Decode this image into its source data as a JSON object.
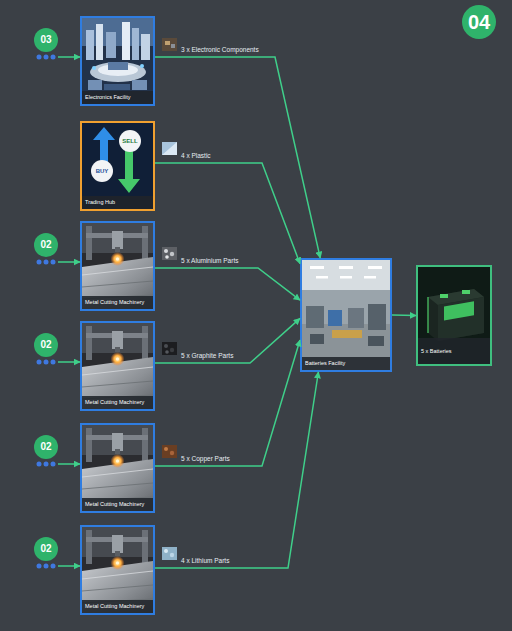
{
  "diagram": {
    "nodes": [
      {
        "text": [
          "04"
        ]
      },
      {
        "text": [
          "03"
        ]
      },
      {
        "text": [
          "Electronics Facility"
        ]
      },
      {
        "text": [
          "Trading Hub"
        ]
      },
      {
        "text": [
          "02"
        ]
      },
      {
        "text": [
          "Metal Cutting Machinery"
        ]
      },
      {
        "text": [
          "02"
        ]
      },
      {
        "text": [
          "Metal Cutting Machinery"
        ]
      },
      {
        "text": [
          "02"
        ]
      },
      {
        "text": [
          "Metal Cutting Machinery"
        ]
      },
      {
        "text": [
          "02"
        ]
      },
      {
        "text": [
          "Metal Cutting Machinery"
        ]
      },
      {
        "text": [
          "Batteries Facility"
        ]
      },
      {
        "text": [
          "5 x Batteries"
        ]
      }
    ],
    "edges": [
      {
        "from": 1,
        "to": 2,
        "arrow": "to"
      },
      {
        "from": 2,
        "to": 12,
        "label": "3 x Electronic Components",
        "arrow": "to"
      },
      {
        "from": 3,
        "to": 12,
        "label": "4 x Plastic",
        "arrow": "to"
      },
      {
        "from": 4,
        "to": 5,
        "arrow": "to"
      },
      {
        "from": 5,
        "to": 12,
        "label": "5 x Aluminium Parts",
        "arrow": "to"
      },
      {
        "from": 6,
        "to": 7,
        "arrow": "to"
      },
      {
        "from": 7,
        "to": 12,
        "label": "5 x Graphite Parts",
        "arrow": "to"
      },
      {
        "from": 8,
        "to": 9,
        "arrow": "to"
      },
      {
        "from": 9,
        "to": 12,
        "label": "5 x Copper Parts",
        "arrow": "to"
      },
      {
        "from": 10,
        "to": 11,
        "arrow": "to"
      },
      {
        "from": 11,
        "to": 12,
        "label": "4 x Lithium Parts",
        "arrow": "to"
      },
      {
        "from": 12,
        "to": 13,
        "arrow": "to"
      }
    ],
    "labels": [
      "BUY",
      "SELL"
    ]
  }
}
